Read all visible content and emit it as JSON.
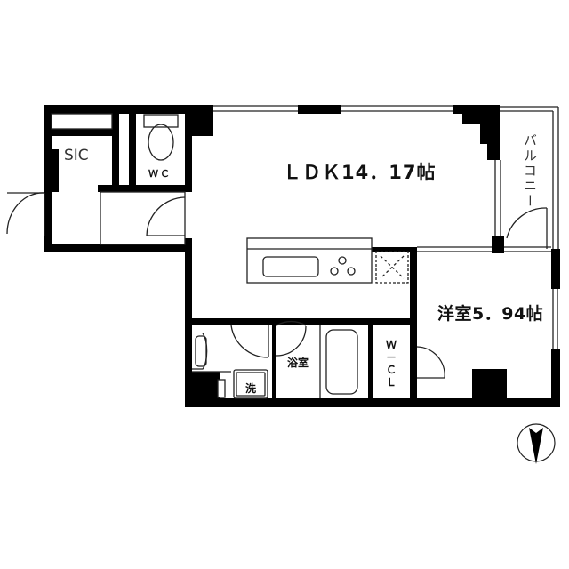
{
  "floor_plan": {
    "rooms": [
      {
        "id": "ldk",
        "label": "ＬＤＫ14．17帖",
        "type": "living-dining-kitchen",
        "size_jo": 14.17
      },
      {
        "id": "western-room",
        "label": "洋室5．94帖",
        "type": "bedroom",
        "size_jo": 5.94
      },
      {
        "id": "sic",
        "label": "SIC",
        "type": "shoe-in-closet"
      },
      {
        "id": "wc",
        "label": "ＷＣ",
        "type": "toilet"
      },
      {
        "id": "bathroom",
        "label": "浴室",
        "type": "bathroom"
      },
      {
        "id": "washer",
        "label": "洗",
        "type": "washing-machine-space"
      },
      {
        "id": "wcl",
        "label": "Ｗ－ＣＬ",
        "type": "walk-in-closet"
      },
      {
        "id": "balcony",
        "label": "バルコニー",
        "type": "balcony"
      }
    ],
    "compass": {
      "icon": "north-arrow-icon",
      "direction": "south-pointing"
    },
    "colors": {
      "wall": "#000000",
      "line": "#222222",
      "background": "#ffffff"
    }
  }
}
